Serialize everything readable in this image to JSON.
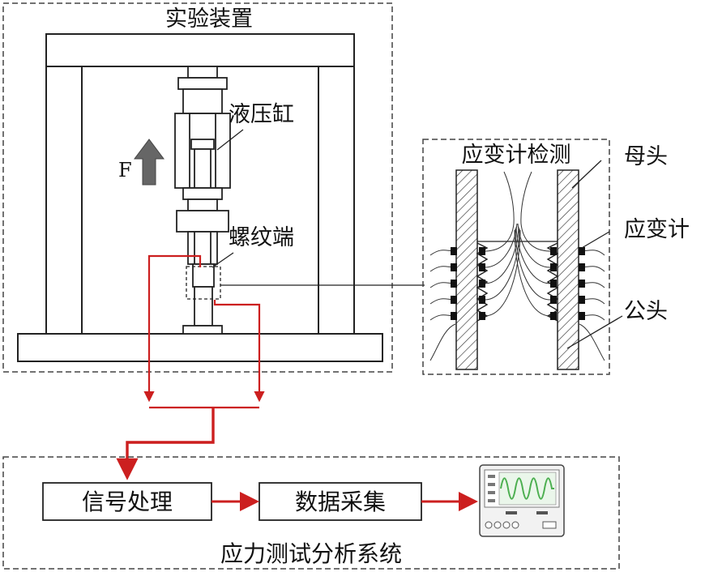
{
  "colors": {
    "red_arrow": "#cc1f1f",
    "outline": "#222222",
    "dashed": "#444444",
    "screen_wave": "#4caf50",
    "force_arrow": "#666666"
  },
  "labels": {
    "setup_title": "实验装置",
    "hydraulic_cylinder": "液压缸",
    "force": "F",
    "threaded_end": "螺纹端",
    "strain_detection": "应变计检测",
    "female_head": "母头",
    "strain_gauge": "应变计",
    "male_head": "公头",
    "signal_processing": "信号处理",
    "data_acquisition": "数据采集",
    "system_title": "应力测试分析系统"
  },
  "icons": {
    "force_arrow": "up-arrow-icon",
    "monitor": "oscilloscope-monitor-icon"
  }
}
